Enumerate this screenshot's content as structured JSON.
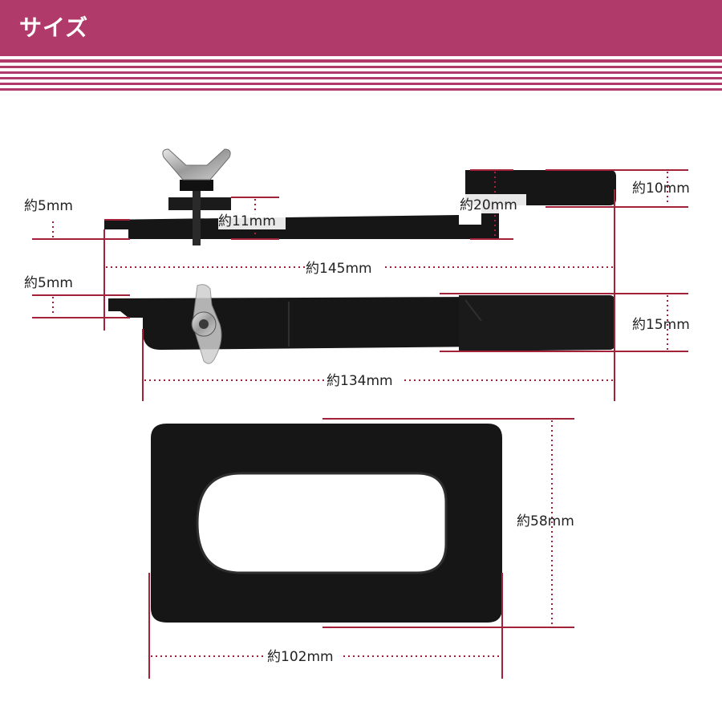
{
  "header": {
    "title": "サイズ"
  },
  "colors": {
    "accent": "#b03b6a",
    "guide": "#a3223a",
    "part": "#161616"
  },
  "labels": {
    "thickness_top": "約5mm",
    "thickness_bottom": "約5mm",
    "gap_11": "約11mm",
    "height_20": "約20mm",
    "thickness_10": "約10mm",
    "length_145": "約145mm",
    "length_134": "約134mm",
    "width_15": "約15mm",
    "height_58": "約58mm",
    "width_102": "約102mm"
  }
}
